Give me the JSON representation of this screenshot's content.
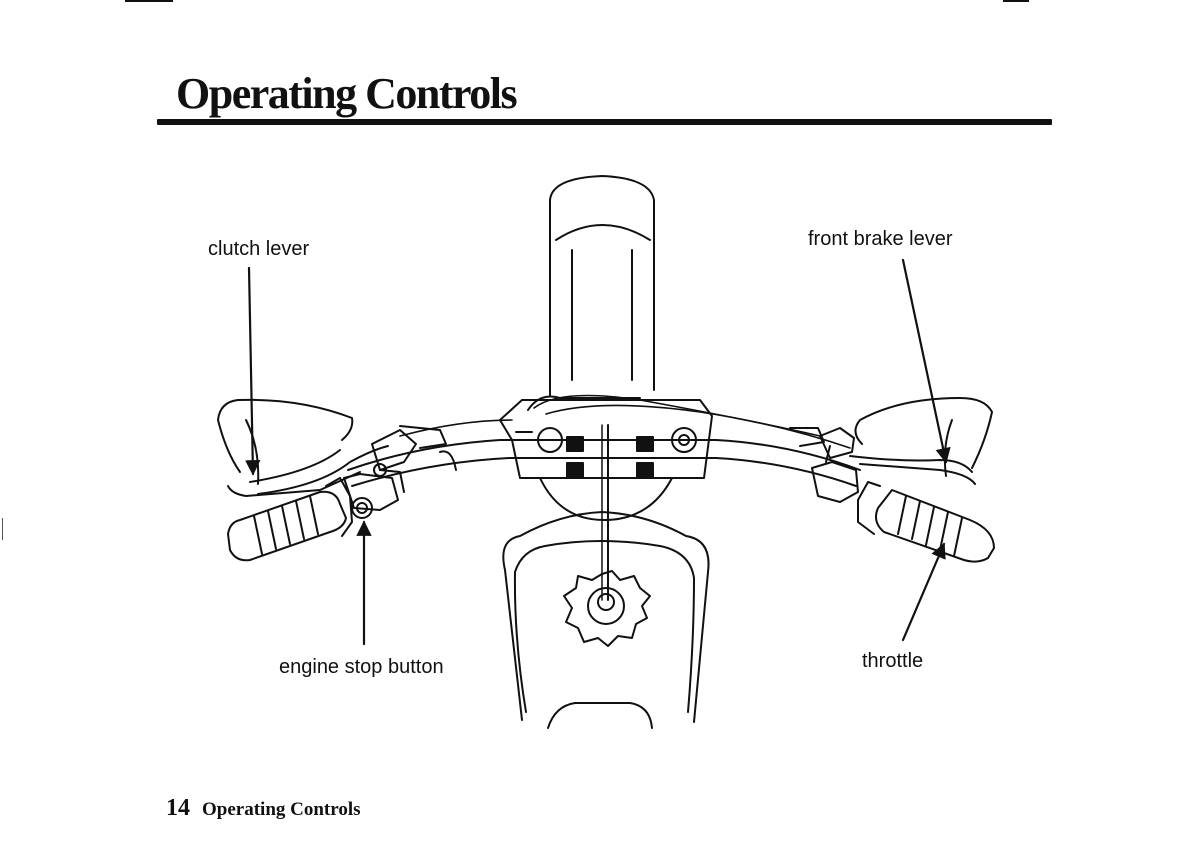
{
  "page": {
    "title": "Operating Controls",
    "footer": {
      "page_number": "14",
      "section": "Operating Controls"
    }
  },
  "figure": {
    "callouts": {
      "clutch_lever": "clutch lever",
      "front_brake_lever": "front brake lever",
      "engine_stop_button": "engine stop button",
      "throttle": "throttle"
    }
  },
  "colors": {
    "ink": "#111111",
    "paper": "#ffffff"
  }
}
